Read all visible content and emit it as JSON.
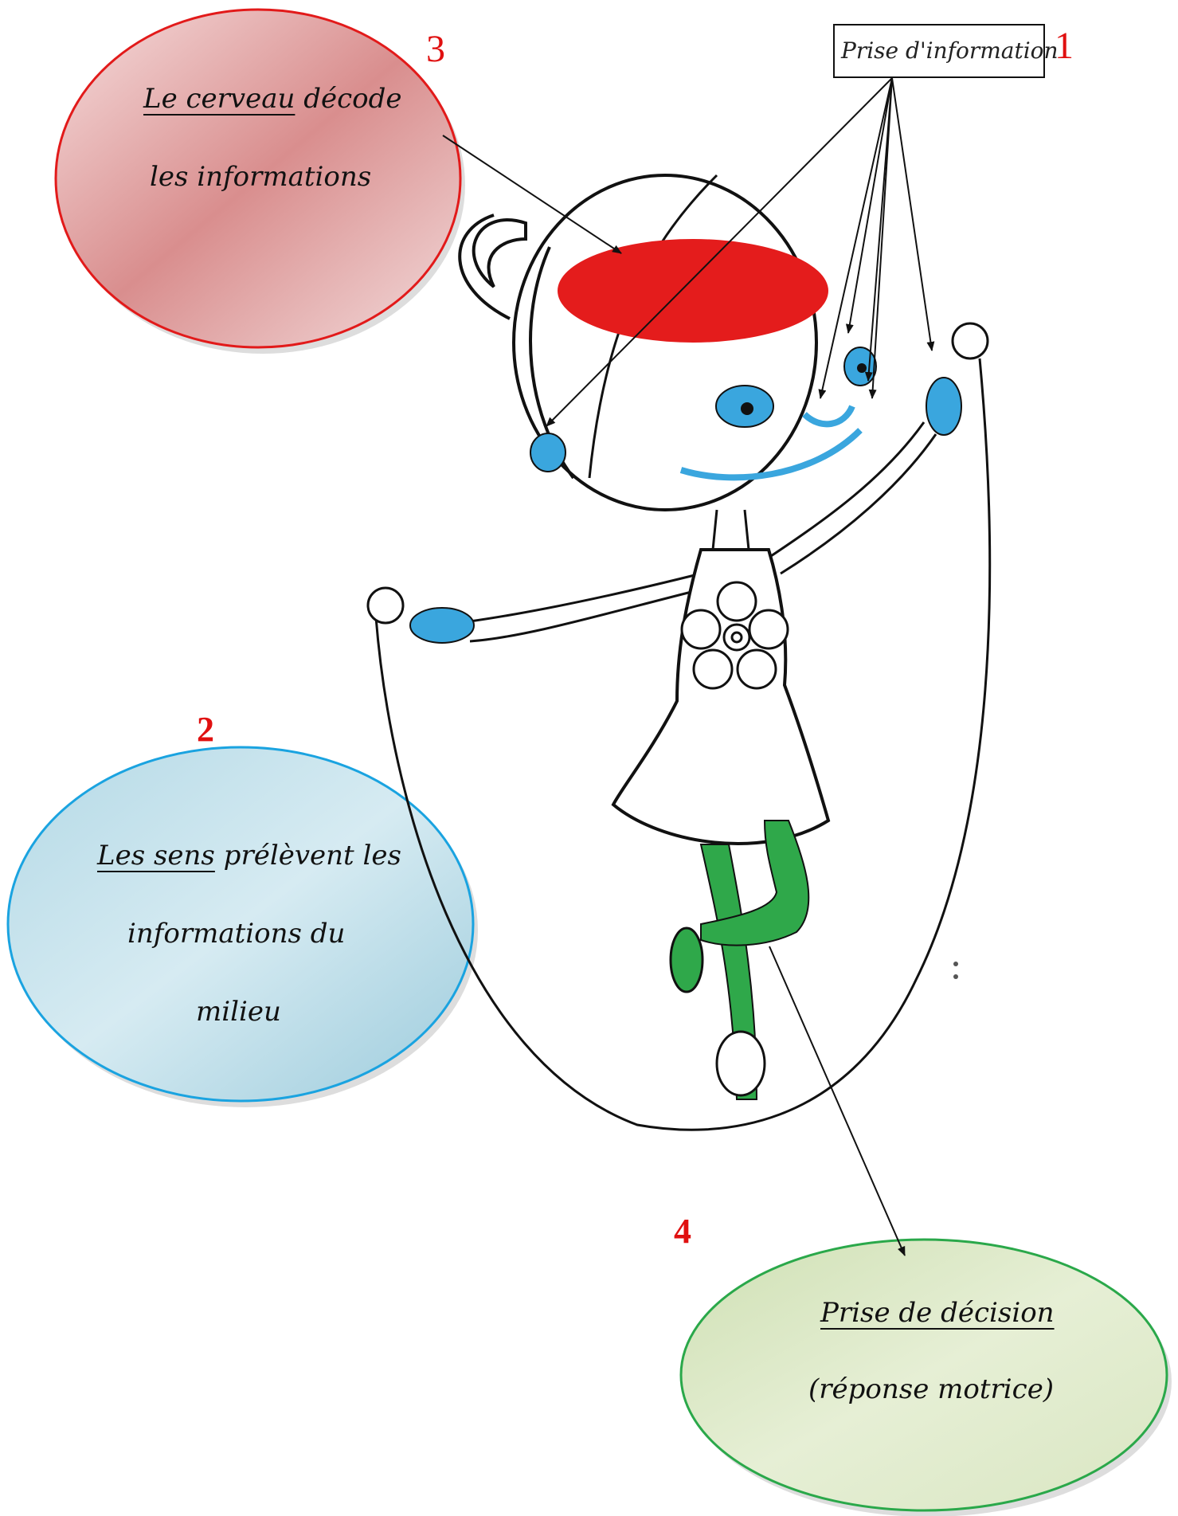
{
  "step1": {
    "number": "1",
    "label": "Prise d'information"
  },
  "step2": {
    "number": "2",
    "text_underlined": "Les sens",
    "text_rest": " prélèvent les",
    "line2": "informations du",
    "line3": "milieu"
  },
  "step3": {
    "number": "3",
    "text_underlined": "Le cerveau",
    "text_rest": " décode",
    "line2": "les informations"
  },
  "step4": {
    "number": "4",
    "line1": "Prise de décision",
    "line2": "(réponse motrice)"
  },
  "colors": {
    "red": "#e01010",
    "blue_skin": "#3aa6de",
    "green_legs": "#2fa84a",
    "brain_red": "#e41c1c"
  }
}
